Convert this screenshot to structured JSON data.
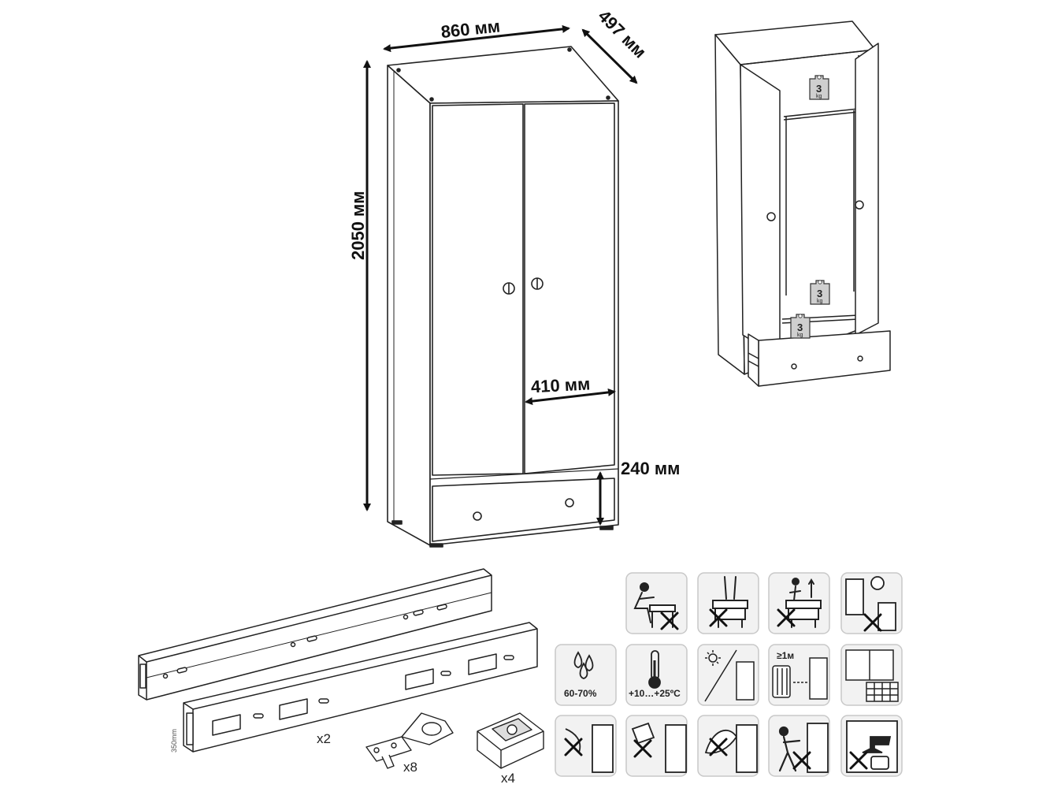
{
  "dimensions": {
    "width": "860 мм",
    "depth": "497 мм",
    "height": "2050 мм",
    "door_width": "410 мм",
    "drawer_height": "240 мм"
  },
  "load": {
    "value": "3",
    "unit": "kg"
  },
  "parts": {
    "rail_length": "350mm",
    "rails_qty": "x2",
    "hinges_qty": "x8",
    "feet_qty": "x4"
  },
  "care": {
    "humidity": "60-70%",
    "temperature": "+10…+25ºC",
    "distance": "≥1м",
    "pictograms": [
      "no-sitting-icon",
      "no-standing-icon",
      "no-climbing-icon",
      "door-assembly-icon",
      "humidity-icon",
      "temperature-icon",
      "sunlight-icon",
      "heater-distance-icon",
      "window-icon",
      "no-water-icon",
      "no-chemicals-icon",
      "no-abrasive-icon",
      "no-pushing-icon",
      "no-heavy-load-icon"
    ]
  },
  "colors": {
    "line": "#222222",
    "icon_bg": "#f2f2f2",
    "icon_border": "#c8c8c8",
    "weight_fill": "#cfcfcf"
  }
}
